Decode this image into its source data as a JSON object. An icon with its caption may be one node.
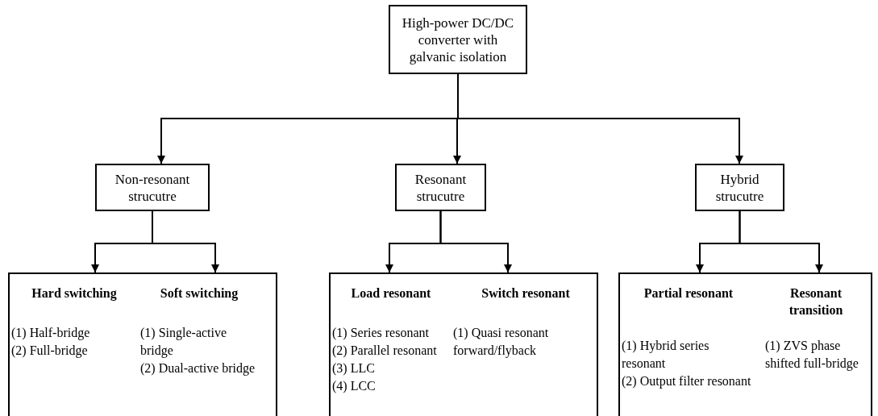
{
  "diagram": {
    "nodes": [
      {
        "text": [
          "High-power DC/DC converter with galvanic isolation"
        ]
      },
      {
        "text": [
          "Non-resonant strucutre"
        ]
      },
      {
        "text": [
          "Resonant strucutre"
        ]
      },
      {
        "text": [
          "Hybrid strucutre"
        ]
      },
      {
        "text": [],
        "shape": "box"
      },
      {
        "text": [
          "Hard switching",
          "(1) Half-bridge",
          "(2) Full-bridge"
        ],
        "in": 4
      },
      {
        "text": [
          "Soft switching",
          "(1) Single-active bridge",
          "(2) Dual-active bridge"
        ],
        "in": 4
      },
      {
        "text": [],
        "shape": "box"
      },
      {
        "text": [
          "Load resonant",
          "(1) Series resonant",
          "(2) Parallel resonant",
          "(3) LLC",
          "(4) LCC"
        ],
        "in": 7
      },
      {
        "text": [
          "Switch resonant",
          "(1) Quasi resonant forward/flyback"
        ],
        "in": 7
      },
      {
        "text": [],
        "shape": "box"
      },
      {
        "text": [
          "Partial resonant",
          "(1) Hybrid series resonant",
          "(2) Output filter resonant"
        ],
        "in": 10
      },
      {
        "text": [
          "Resonant transition",
          "(1) ZVS phase shifted full-bridge"
        ],
        "in": 10
      }
    ],
    "edges": [
      {
        "from": 0,
        "to": 1,
        "arrow": "to"
      },
      {
        "from": 0,
        "to": 2,
        "arrow": "to"
      },
      {
        "from": 0,
        "to": 3,
        "arrow": "to"
      },
      {
        "from": 1,
        "to": 5,
        "arrow": "to"
      },
      {
        "from": 1,
        "to": 6,
        "arrow": "to"
      },
      {
        "from": 2,
        "to": 8,
        "arrow": "to"
      },
      {
        "from": 2,
        "to": 9,
        "arrow": "to"
      },
      {
        "from": 3,
        "to": 11,
        "arrow": "to"
      },
      {
        "from": 3,
        "to": 12,
        "arrow": "to"
      }
    ]
  }
}
